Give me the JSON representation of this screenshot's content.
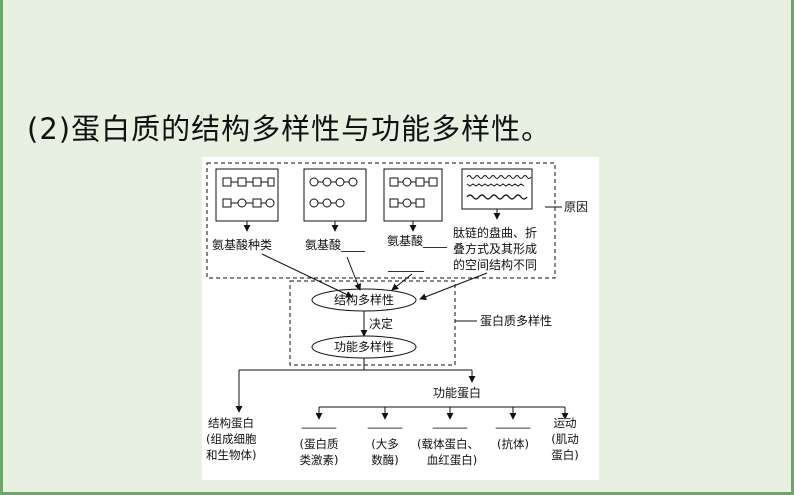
{
  "heading": "(2)蛋白质的结构多样性与功能多样性。",
  "diagram": {
    "causes_label": "原因",
    "diversity_label": "蛋白质多样性",
    "causes": [
      "氨基酸种类",
      "氨基酸____",
      "氨基酸____",
      "______",
      "肽链的盘曲、折",
      "叠方式及其形成",
      "的空间结构不同"
    ],
    "structure_diversity": "结构多样性",
    "decides": "决定",
    "function_diversity": "功能多样性",
    "structural_protein": [
      "结构蛋白",
      "(组成细胞",
      "和生物体)"
    ],
    "functional_protein": "功能蛋白",
    "functions": [
      [
        "______",
        "(蛋白质",
        "类激素)"
      ],
      [
        "______",
        "(大多",
        "数酶)"
      ],
      [
        "______",
        "(载体蛋白、",
        "血红蛋白)"
      ],
      [
        "______",
        "(抗体)"
      ],
      [
        "运动",
        "(肌动",
        "蛋白)"
      ]
    ]
  },
  "colors": {
    "slide_bg": "#e8f0e2",
    "border": "#6fa56b",
    "ink": "#111111"
  }
}
